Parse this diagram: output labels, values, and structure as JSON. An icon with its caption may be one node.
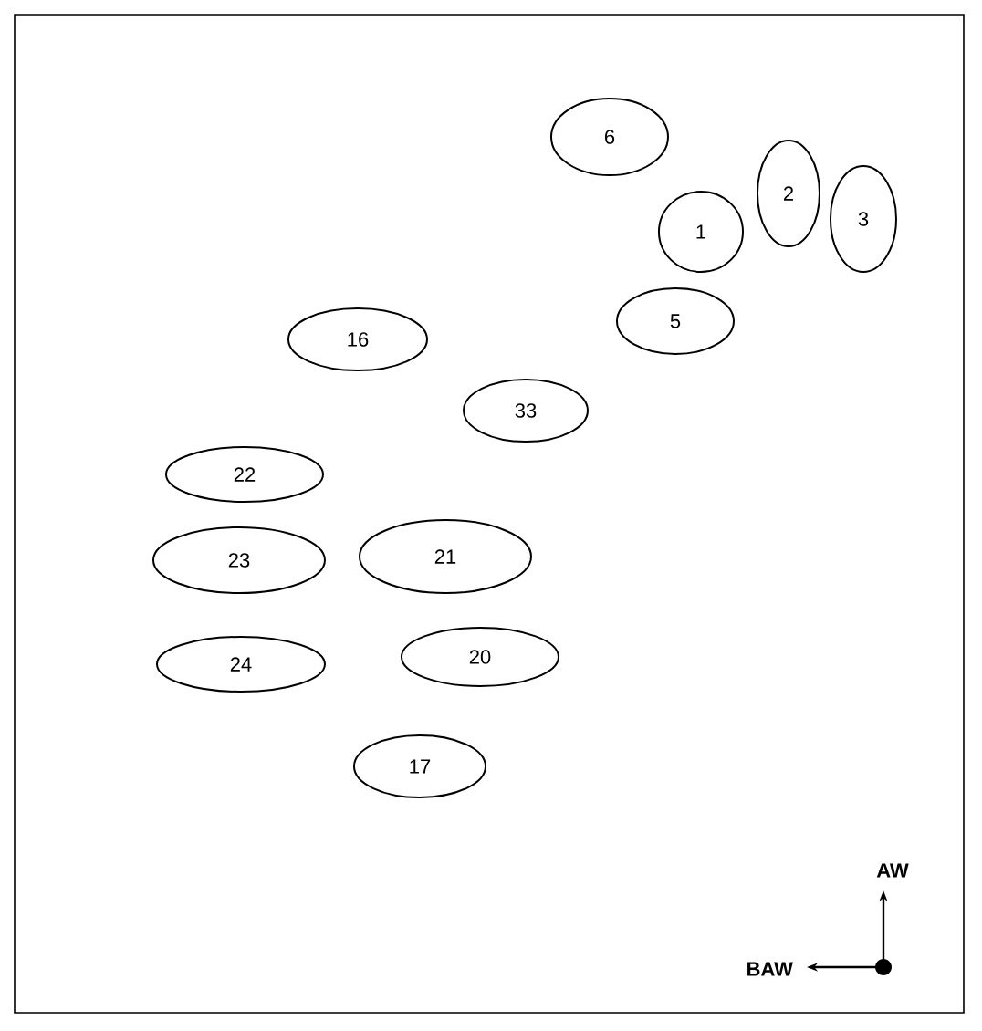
{
  "diagram": {
    "nodes": [
      {
        "text": [
          "6"
        ]
      },
      {
        "text": [
          "2"
        ]
      },
      {
        "text": [
          "3"
        ]
      },
      {
        "text": [
          "1"
        ]
      },
      {
        "text": [
          "16"
        ]
      },
      {
        "text": [
          "5"
        ]
      },
      {
        "text": [
          "33"
        ]
      },
      {
        "text": [
          "22"
        ]
      },
      {
        "text": [
          "23"
        ]
      },
      {
        "text": [
          "21"
        ]
      },
      {
        "text": [
          "24"
        ]
      },
      {
        "text": [
          "20"
        ]
      },
      {
        "text": [
          "17"
        ]
      }
    ],
    "edges": [],
    "labels": [
      "AW",
      "BAW"
    ]
  }
}
